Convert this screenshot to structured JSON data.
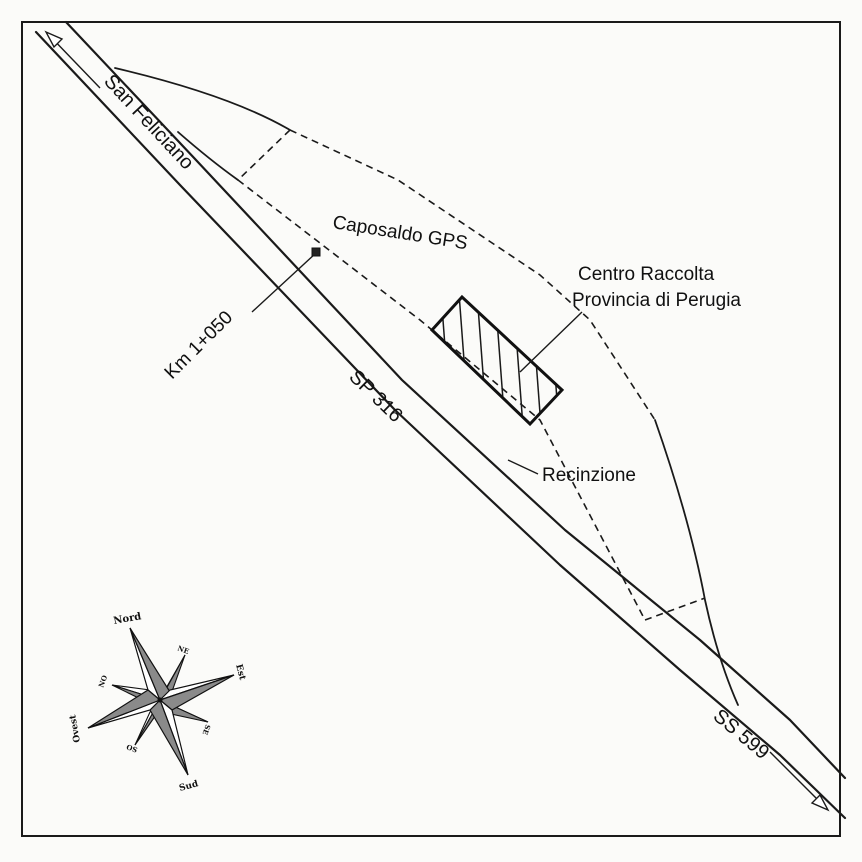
{
  "roads": {
    "west_label": "San Feliciano",
    "sp_label": "SP 316",
    "ss_label": "SS 599"
  },
  "features": {
    "gps_label": "Caposaldo GPS",
    "km_label": "Km 1+050",
    "centre_line1": "Centro Raccolta",
    "centre_line2": "Provincia di Perugia",
    "fence_label": "Recinzione"
  },
  "compass": {
    "north": "Nord",
    "northeast": "NE",
    "east": "Est",
    "southeast": "SE",
    "south": "Sud",
    "southwest": "SO",
    "west": "Ovest",
    "northwest": "NO"
  }
}
